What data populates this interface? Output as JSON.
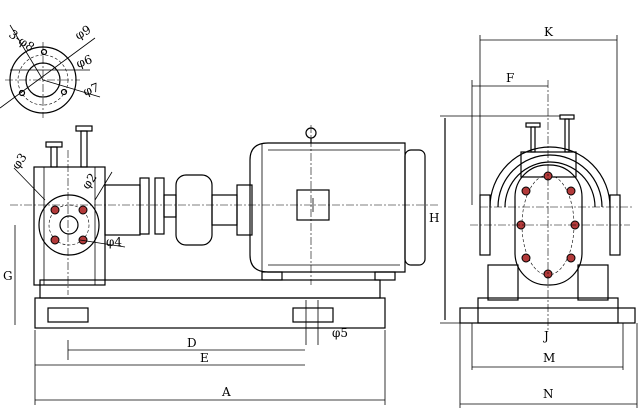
{
  "title": "Gear pump unit – outline dimension drawing",
  "flange_labels": {
    "holes": "3-φ8",
    "d9": "φ9",
    "d6": "φ6",
    "d7": "φ7"
  },
  "pump_labels": {
    "d3": "φ3",
    "d2": "φ2",
    "d4": "φ4"
  },
  "front_dims": {
    "G": "G",
    "D": "D",
    "E": "E",
    "A": "A",
    "d5": "φ5"
  },
  "side_dims": {
    "K": "K",
    "F": "F",
    "H": "H",
    "J": "J",
    "M": "M",
    "N": "N"
  },
  "colors": {
    "bolt": "#b23a3a",
    "line": "#000000"
  }
}
